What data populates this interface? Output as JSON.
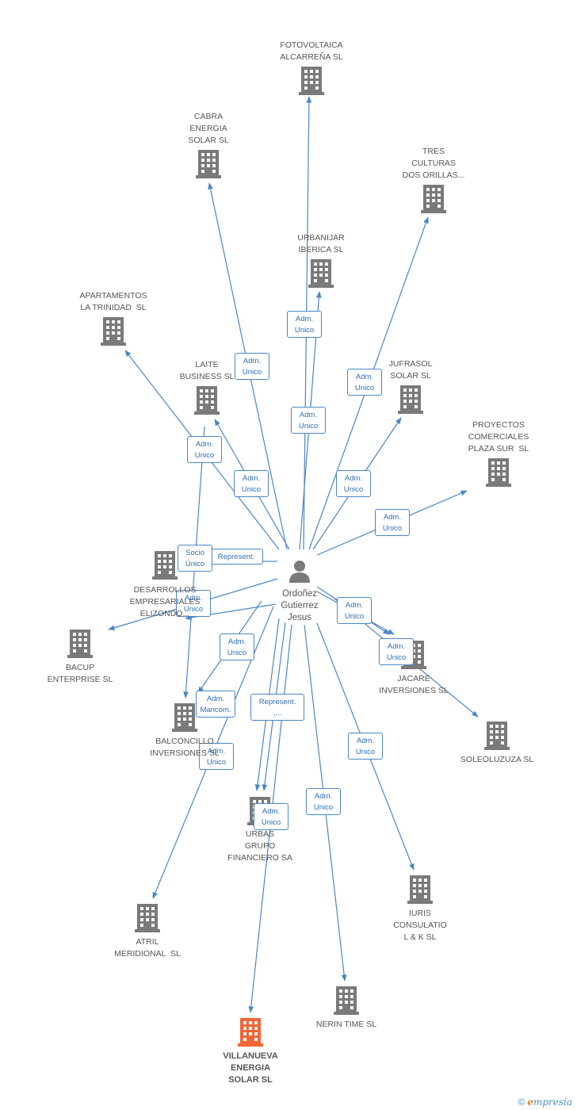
{
  "person": {
    "name": "Ordoñez\nGutierrez\nJesus"
  },
  "companies": [
    {
      "id": "fotovoltaica",
      "name": "FOTOVOLTAICA\nALCARREÑA SL"
    },
    {
      "id": "cabra",
      "name": "CABRA\nENERGIA\nSOLAR SL"
    },
    {
      "id": "tres",
      "name": "TRES\nCULTURAS\nDOS ORILLAS..."
    },
    {
      "id": "urbanijar",
      "name": "URBANIJAR\nIBERICA SL"
    },
    {
      "id": "apartamentos",
      "name": "APARTAMENTOS\nLA TRINIDAD  SL"
    },
    {
      "id": "laite",
      "name": "LAITE\nBUSINESS SL"
    },
    {
      "id": "jufrasol",
      "name": "JUFRASOL\nSOLAR SL"
    },
    {
      "id": "proyectos",
      "name": "PROYECTOS\nCOMERCIALES\nPLAZA SUR  SL"
    },
    {
      "id": "desarrollos",
      "name": "DESARROLLOS\nEMPRESARIALES\nELIZONDO..."
    },
    {
      "id": "bacup",
      "name": "BACUP\nENTERPRISE SL"
    },
    {
      "id": "jacare",
      "name": "JACARE\nINVERSIONES SL"
    },
    {
      "id": "balconcillo",
      "name": "BALCONCILLO\nINVERSIONES SL"
    },
    {
      "id": "soleoluzuza",
      "name": "SOLEOLUZUZA SL"
    },
    {
      "id": "urbas",
      "name": "URBAS\nGRUPO\nFINANCIERO SA"
    },
    {
      "id": "iuris",
      "name": "IURIS\nCONSULATIO\nL & K SL"
    },
    {
      "id": "atril",
      "name": "ATRIL\nMERIDIONAL  SL"
    },
    {
      "id": "nerin",
      "name": "NERIN TIME SL"
    },
    {
      "id": "villanueva",
      "name": "VILLANUEVA\nENERGIA\nSOLAR SL",
      "highlight": true
    }
  ],
  "relations": [
    {
      "to": "fotovoltaica",
      "label": "Adm.\nUnico"
    },
    {
      "to": "cabra",
      "label": "Adm.\nUnico"
    },
    {
      "to": "tres",
      "label": "Adm.\nUnico"
    },
    {
      "to": "urbanijar",
      "label": "Adm.\nUnico"
    },
    {
      "to": "apartamentos",
      "label": "Adm.\nUnico"
    },
    {
      "to": "laite",
      "label": "Adm.\nUnico"
    },
    {
      "to": "jufrasol",
      "label": "Adm.\nUnico"
    },
    {
      "to": "proyectos",
      "label": "Adm.\nUnico"
    },
    {
      "to": "desarrollos",
      "label": "Represent."
    },
    {
      "to": "laite",
      "label": "Socio\nÚnico"
    },
    {
      "to": "bacup",
      "label": "Adm.\nUnico"
    },
    {
      "to": "jacare",
      "label": "Adm.\nUnico"
    },
    {
      "to": "jacare",
      "label": "Adm.\nUnico"
    },
    {
      "to": "soleoluzuza",
      "label": "Adm.\nUnico"
    },
    {
      "to": "balconcillo",
      "label": "Adm.\nUnico"
    },
    {
      "to": "balconcillo",
      "label": "Adm.\nMancom."
    },
    {
      "to": "urbas",
      "label": "Represent.\n,..."
    },
    {
      "to": "urbas",
      "label": "Adm.\nUnico"
    },
    {
      "to": "iuris",
      "label": "Adm.\nUnico"
    },
    {
      "to": "atril",
      "label": "Adm.\nUnico"
    },
    {
      "to": "nerin",
      "label": "Adm.\nUnico"
    },
    {
      "to": "villanueva",
      "label": "Adm.\nUnico"
    }
  ],
  "colors": {
    "edge": "#4a86c8",
    "building": "#7a7a7a",
    "building_highlight": "#f26536",
    "person": "#7a7a7a"
  },
  "footer": {
    "copyright": "©",
    "brand_initial": "e",
    "brand_rest": "mpresia"
  }
}
